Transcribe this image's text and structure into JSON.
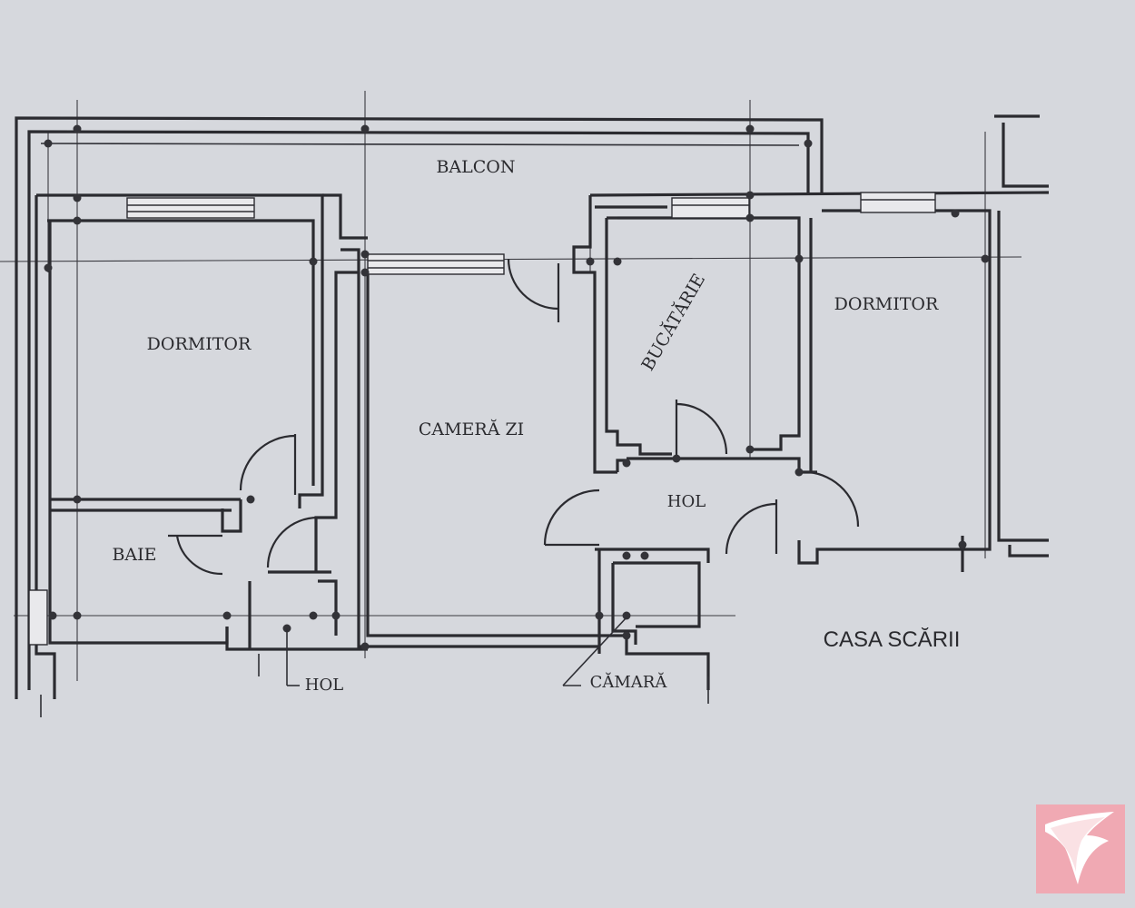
{
  "plan": {
    "rooms": {
      "balcon": "BALCON",
      "dormitor_left": "DORMITOR",
      "camera_zi": "CAMERĂ ZI",
      "bucatarie": "BUCĂTĂRIE",
      "dormitor_right": "DORMITOR",
      "hol_center": "HOL",
      "baie": "BAIE",
      "hol_bottom": "HOL",
      "camara": "CĂMARĂ"
    },
    "outside_label": "CASA SCĂRII"
  },
  "colors": {
    "paper": "#d6d8dd",
    "ink": "#2b2b30",
    "logo_bg": "#f0a9b3"
  },
  "logo": {
    "icon": "brand-swoosh-icon"
  }
}
